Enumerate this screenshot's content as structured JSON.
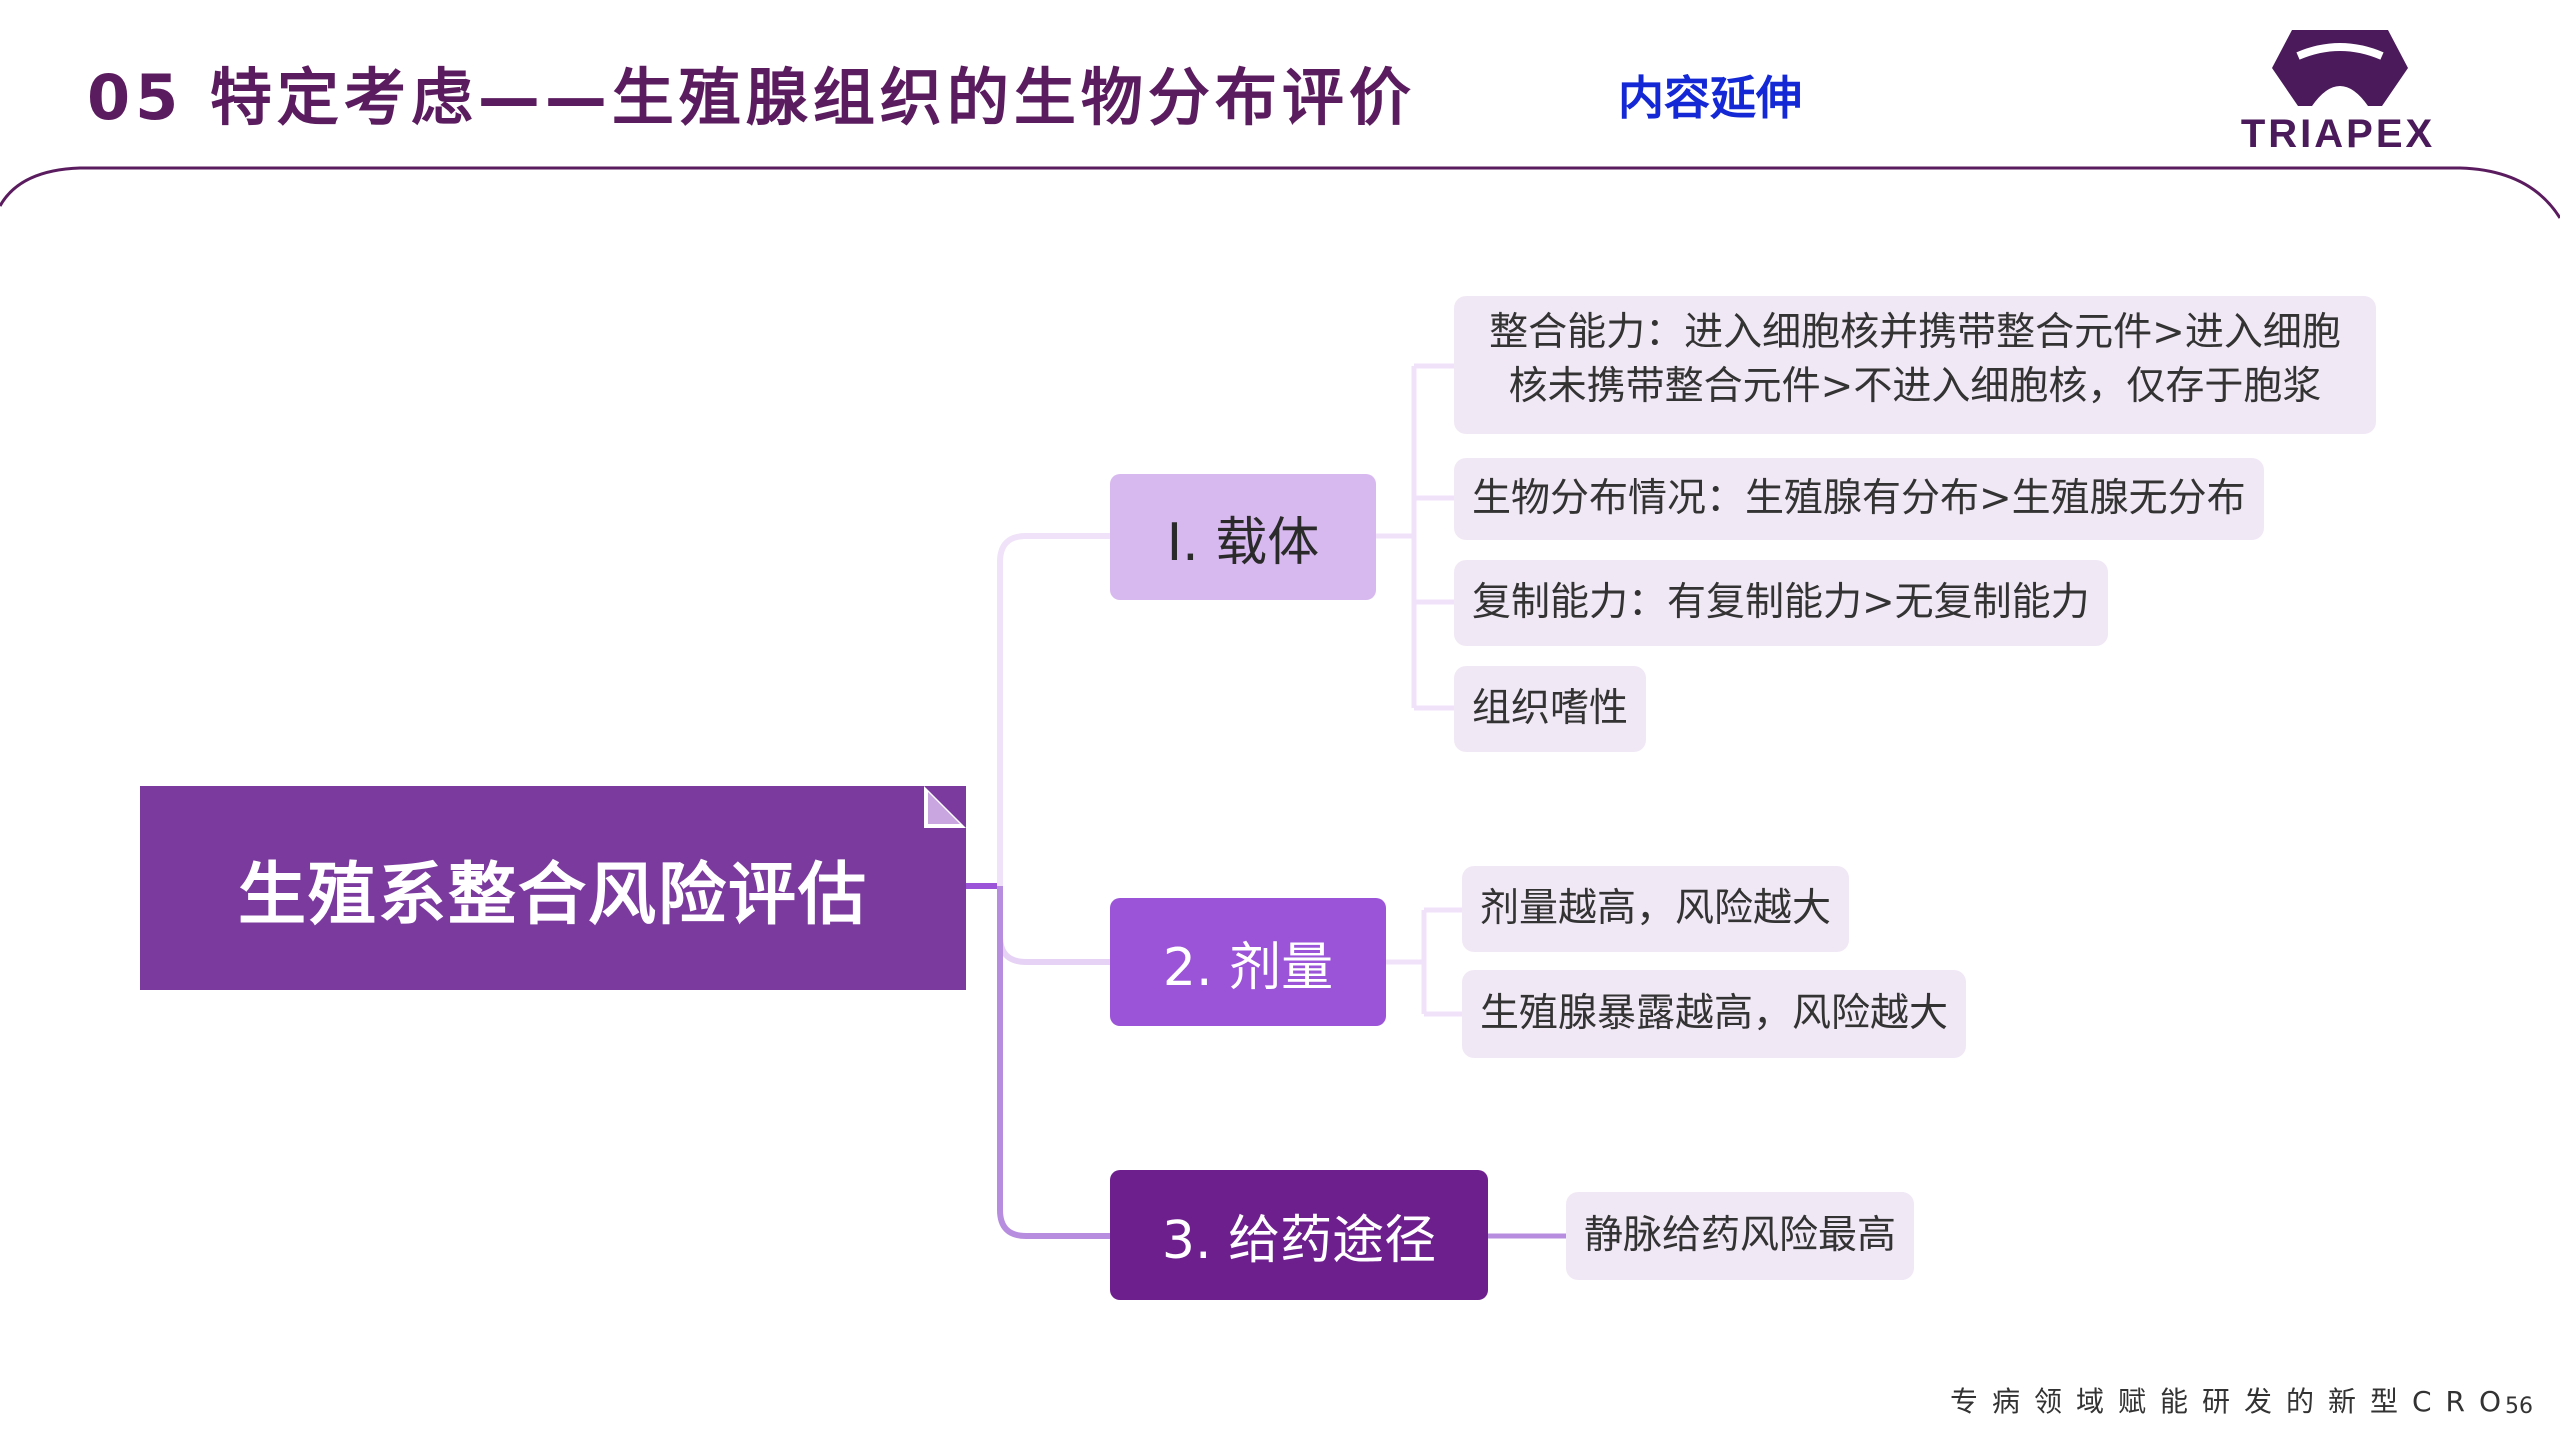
{
  "header": {
    "title": "05 特定考虑——生殖腺组织的生物分布评价",
    "extend_label": "内容延伸",
    "brand": "TRIAPEX"
  },
  "mindmap": {
    "root": "生殖系整合风险评估",
    "branches": [
      {
        "label": "I. 载体",
        "children": [
          "整合能力：进入细胞核并携带整合元件>进入细胞核未携带整合元件>不进入细胞核，仅存于胞浆",
          "生物分布情况：生殖腺有分布>生殖腺无分布",
          "复制能力：有复制能力>无复制能力",
          "组织嗜性"
        ]
      },
      {
        "label": "2. 剂量",
        "children": [
          "剂量越高，风险越大",
          "生殖腺暴露越高，风险越大"
        ]
      },
      {
        "label": "3. 给药途径",
        "children": [
          "静脉给药风险最高"
        ]
      }
    ]
  },
  "footer": {
    "tagline": "专病领域赋能研发的新型CRO",
    "page_number": "56"
  },
  "colors": {
    "title": "#5b1c5f",
    "extend": "#1428d6",
    "root": "#7b3a9e",
    "branch1": "#d8b9ef",
    "branch2": "#9b54d8",
    "branch3": "#6e1f8e",
    "leaf": "#f1e8f6"
  }
}
